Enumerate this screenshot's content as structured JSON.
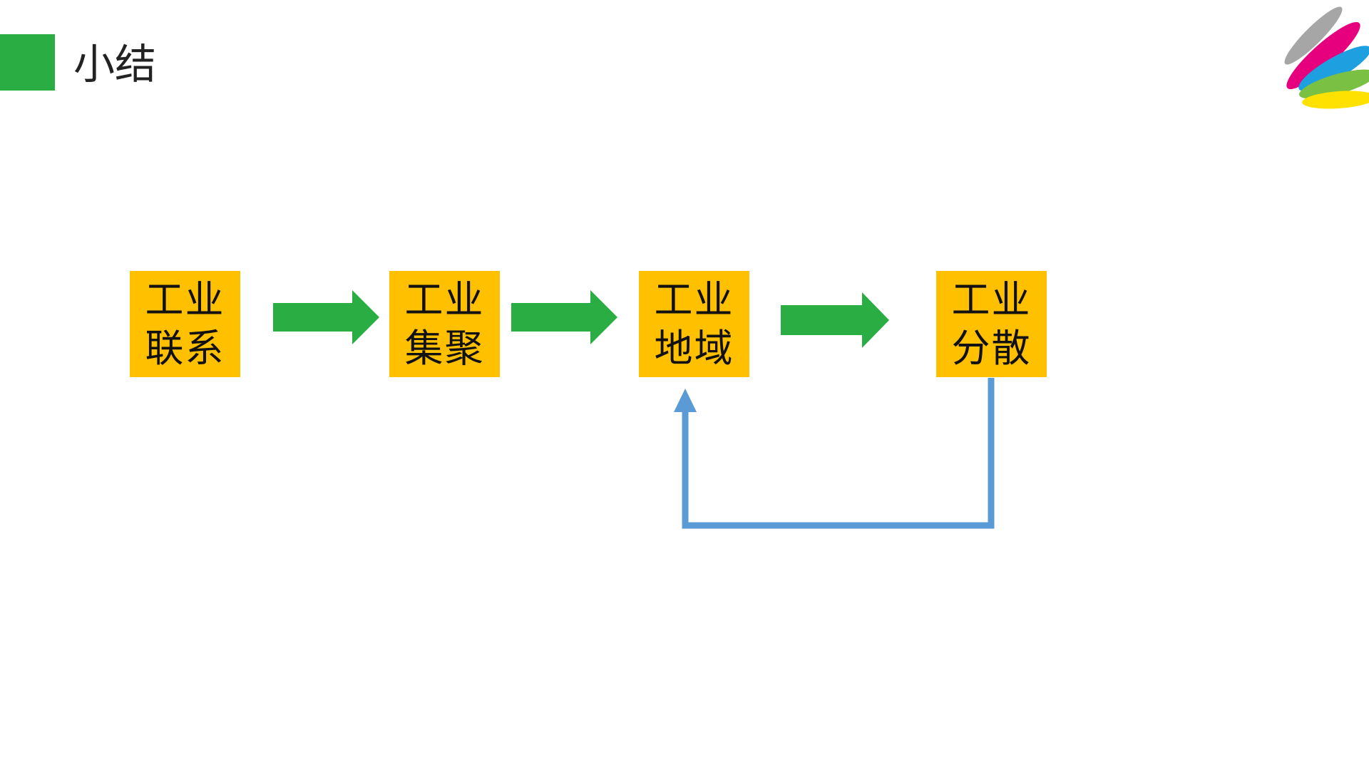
{
  "slide": {
    "title": "小结",
    "accent_color": "#2AAD43"
  },
  "nodes": [
    {
      "line1": "工业",
      "line2": "联系"
    },
    {
      "line1": "工业",
      "line2": "集聚"
    },
    {
      "line1": "工业",
      "line2": "地域"
    },
    {
      "line1": "工业",
      "line2": "分散"
    }
  ],
  "colors": {
    "node_fill": "#FFC000",
    "flow_arrow": "#2AAD43",
    "feedback_arrow": "#5B9BD5"
  },
  "logo": {
    "icon": "colored-feather-stripes-logo",
    "colors": [
      "#A6A6A6",
      "#E6007E",
      "#1E9FE0",
      "#7AC143",
      "#FFE100"
    ]
  }
}
